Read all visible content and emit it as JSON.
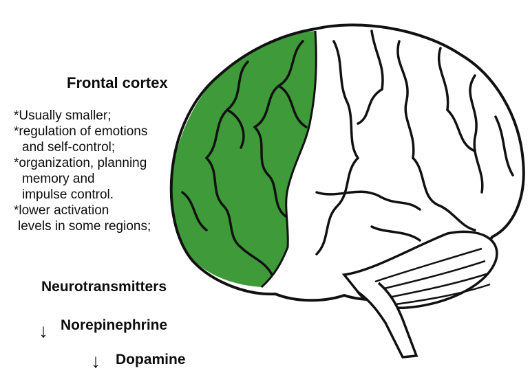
{
  "title": "Frontal cortex",
  "notes": [
    "*Usually smaller;",
    "*regulation of emotions",
    "and self-control;",
    "*organization, planning",
    "memory and",
    "impulse control.",
    "*lower activation",
    "levels in some regions;"
  ],
  "neurotransmitters": {
    "heading": "Neurotransmitters",
    "items": [
      {
        "label": "Norepinephrine",
        "direction": "down"
      },
      {
        "label": "Dopamine",
        "direction": "down"
      }
    ]
  },
  "colors": {
    "frontal_lobe": "#3f9a3a",
    "outline": "#111111",
    "background": "#ffffff"
  }
}
